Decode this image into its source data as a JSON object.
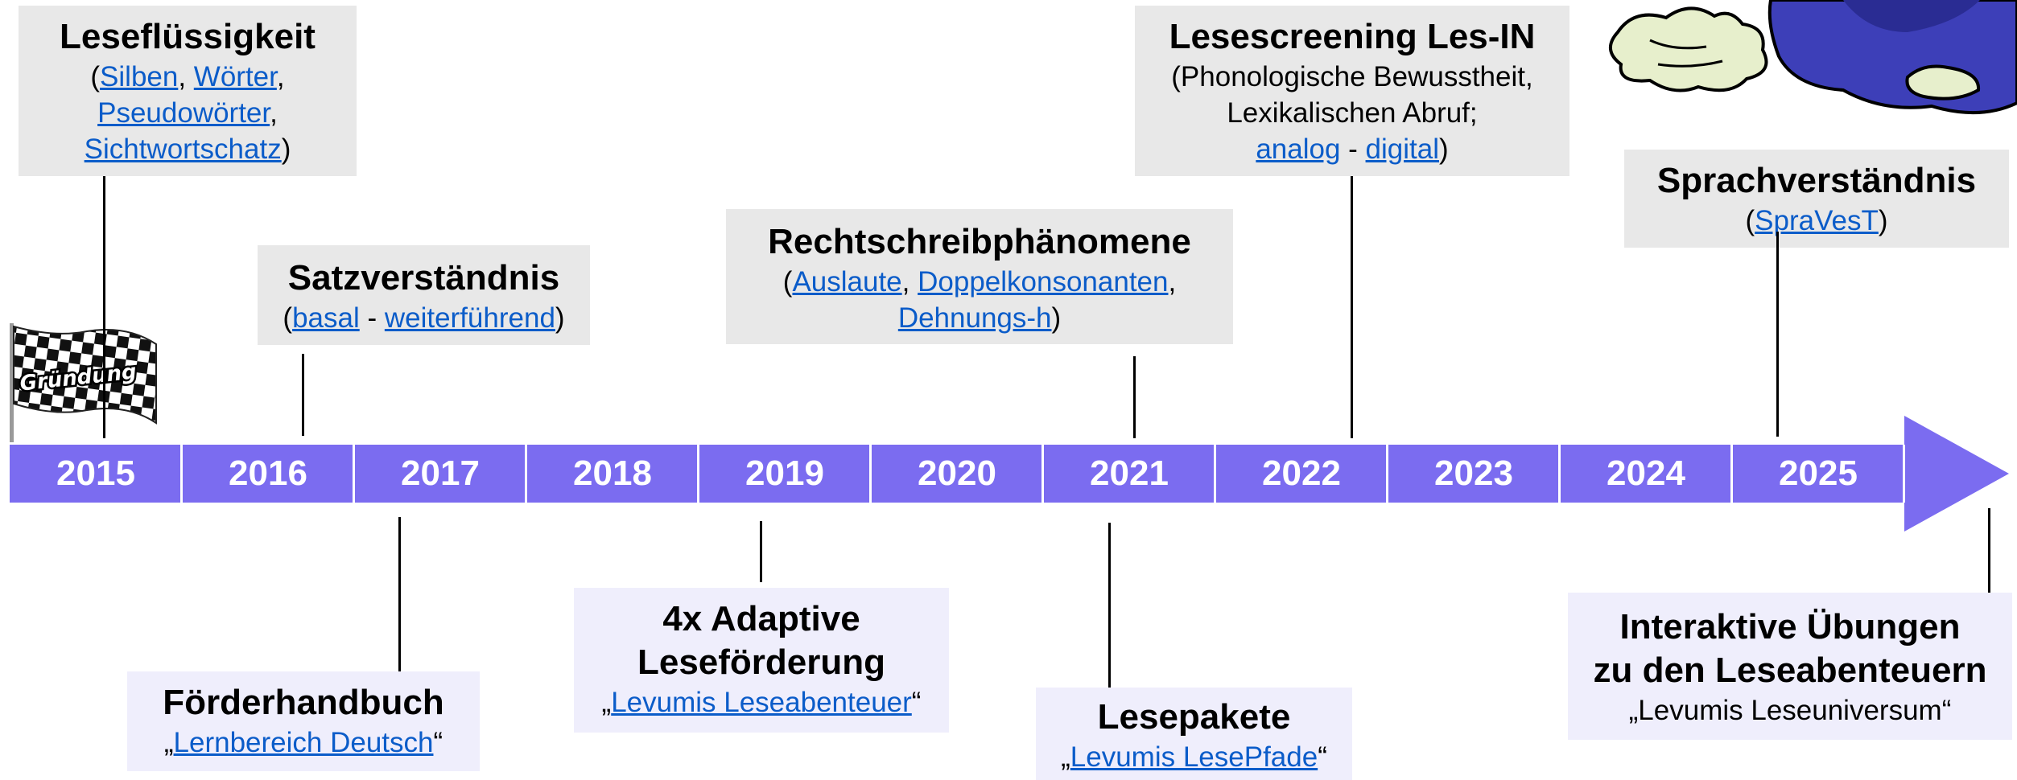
{
  "timeline": {
    "years": [
      "2015",
      "2016",
      "2017",
      "2018",
      "2019",
      "2020",
      "2021",
      "2022",
      "2023",
      "2024",
      "2025"
    ],
    "band_color": "#7b6cf0",
    "arrow": "arrow-right"
  },
  "flag": {
    "label": "Gründung",
    "icon": "checkered-flag"
  },
  "mascot": {
    "icon": "purple-monster-mascot"
  },
  "above": {
    "lesefluessigkeit": {
      "title": "Leseflüssigkeit",
      "links": [
        "Silben",
        "Wörter",
        "Pseudowörter",
        "Sichtwortschatz"
      ]
    },
    "satzverstaendnis": {
      "title": "Satzverständnis",
      "links": [
        "basal",
        "weiterführend"
      ]
    },
    "rechtschreib": {
      "title": "Rechtschreibphänomene",
      "links": [
        "Auslaute",
        "Doppelkonsonanten",
        "Dehnungs-h"
      ]
    },
    "lesescreening": {
      "title": "Lesescreening Les-IN",
      "line1": "(Phonologische Bewusstheit,",
      "line2": "Lexikalischen Abruf;",
      "links": [
        "analog",
        "digital"
      ]
    },
    "sprachverstaendnis": {
      "title": "Sprachverständnis",
      "links": [
        "SpraVesT"
      ]
    }
  },
  "below": {
    "foerderhandbuch": {
      "title": "Förderhandbuch",
      "link": "Lernbereich Deutsch"
    },
    "adaptive": {
      "title1": "4x Adaptive",
      "title2": "Leseförderung",
      "link": "Levumis Leseabenteuer"
    },
    "lesepakete": {
      "title": "Lesepakete",
      "link": "Levumis LesePfade"
    },
    "interaktive": {
      "title1": "Interaktive Übungen",
      "title2": "zu den Leseabenteuern",
      "subtitle": "„Levumis Leseuniversum“"
    }
  }
}
